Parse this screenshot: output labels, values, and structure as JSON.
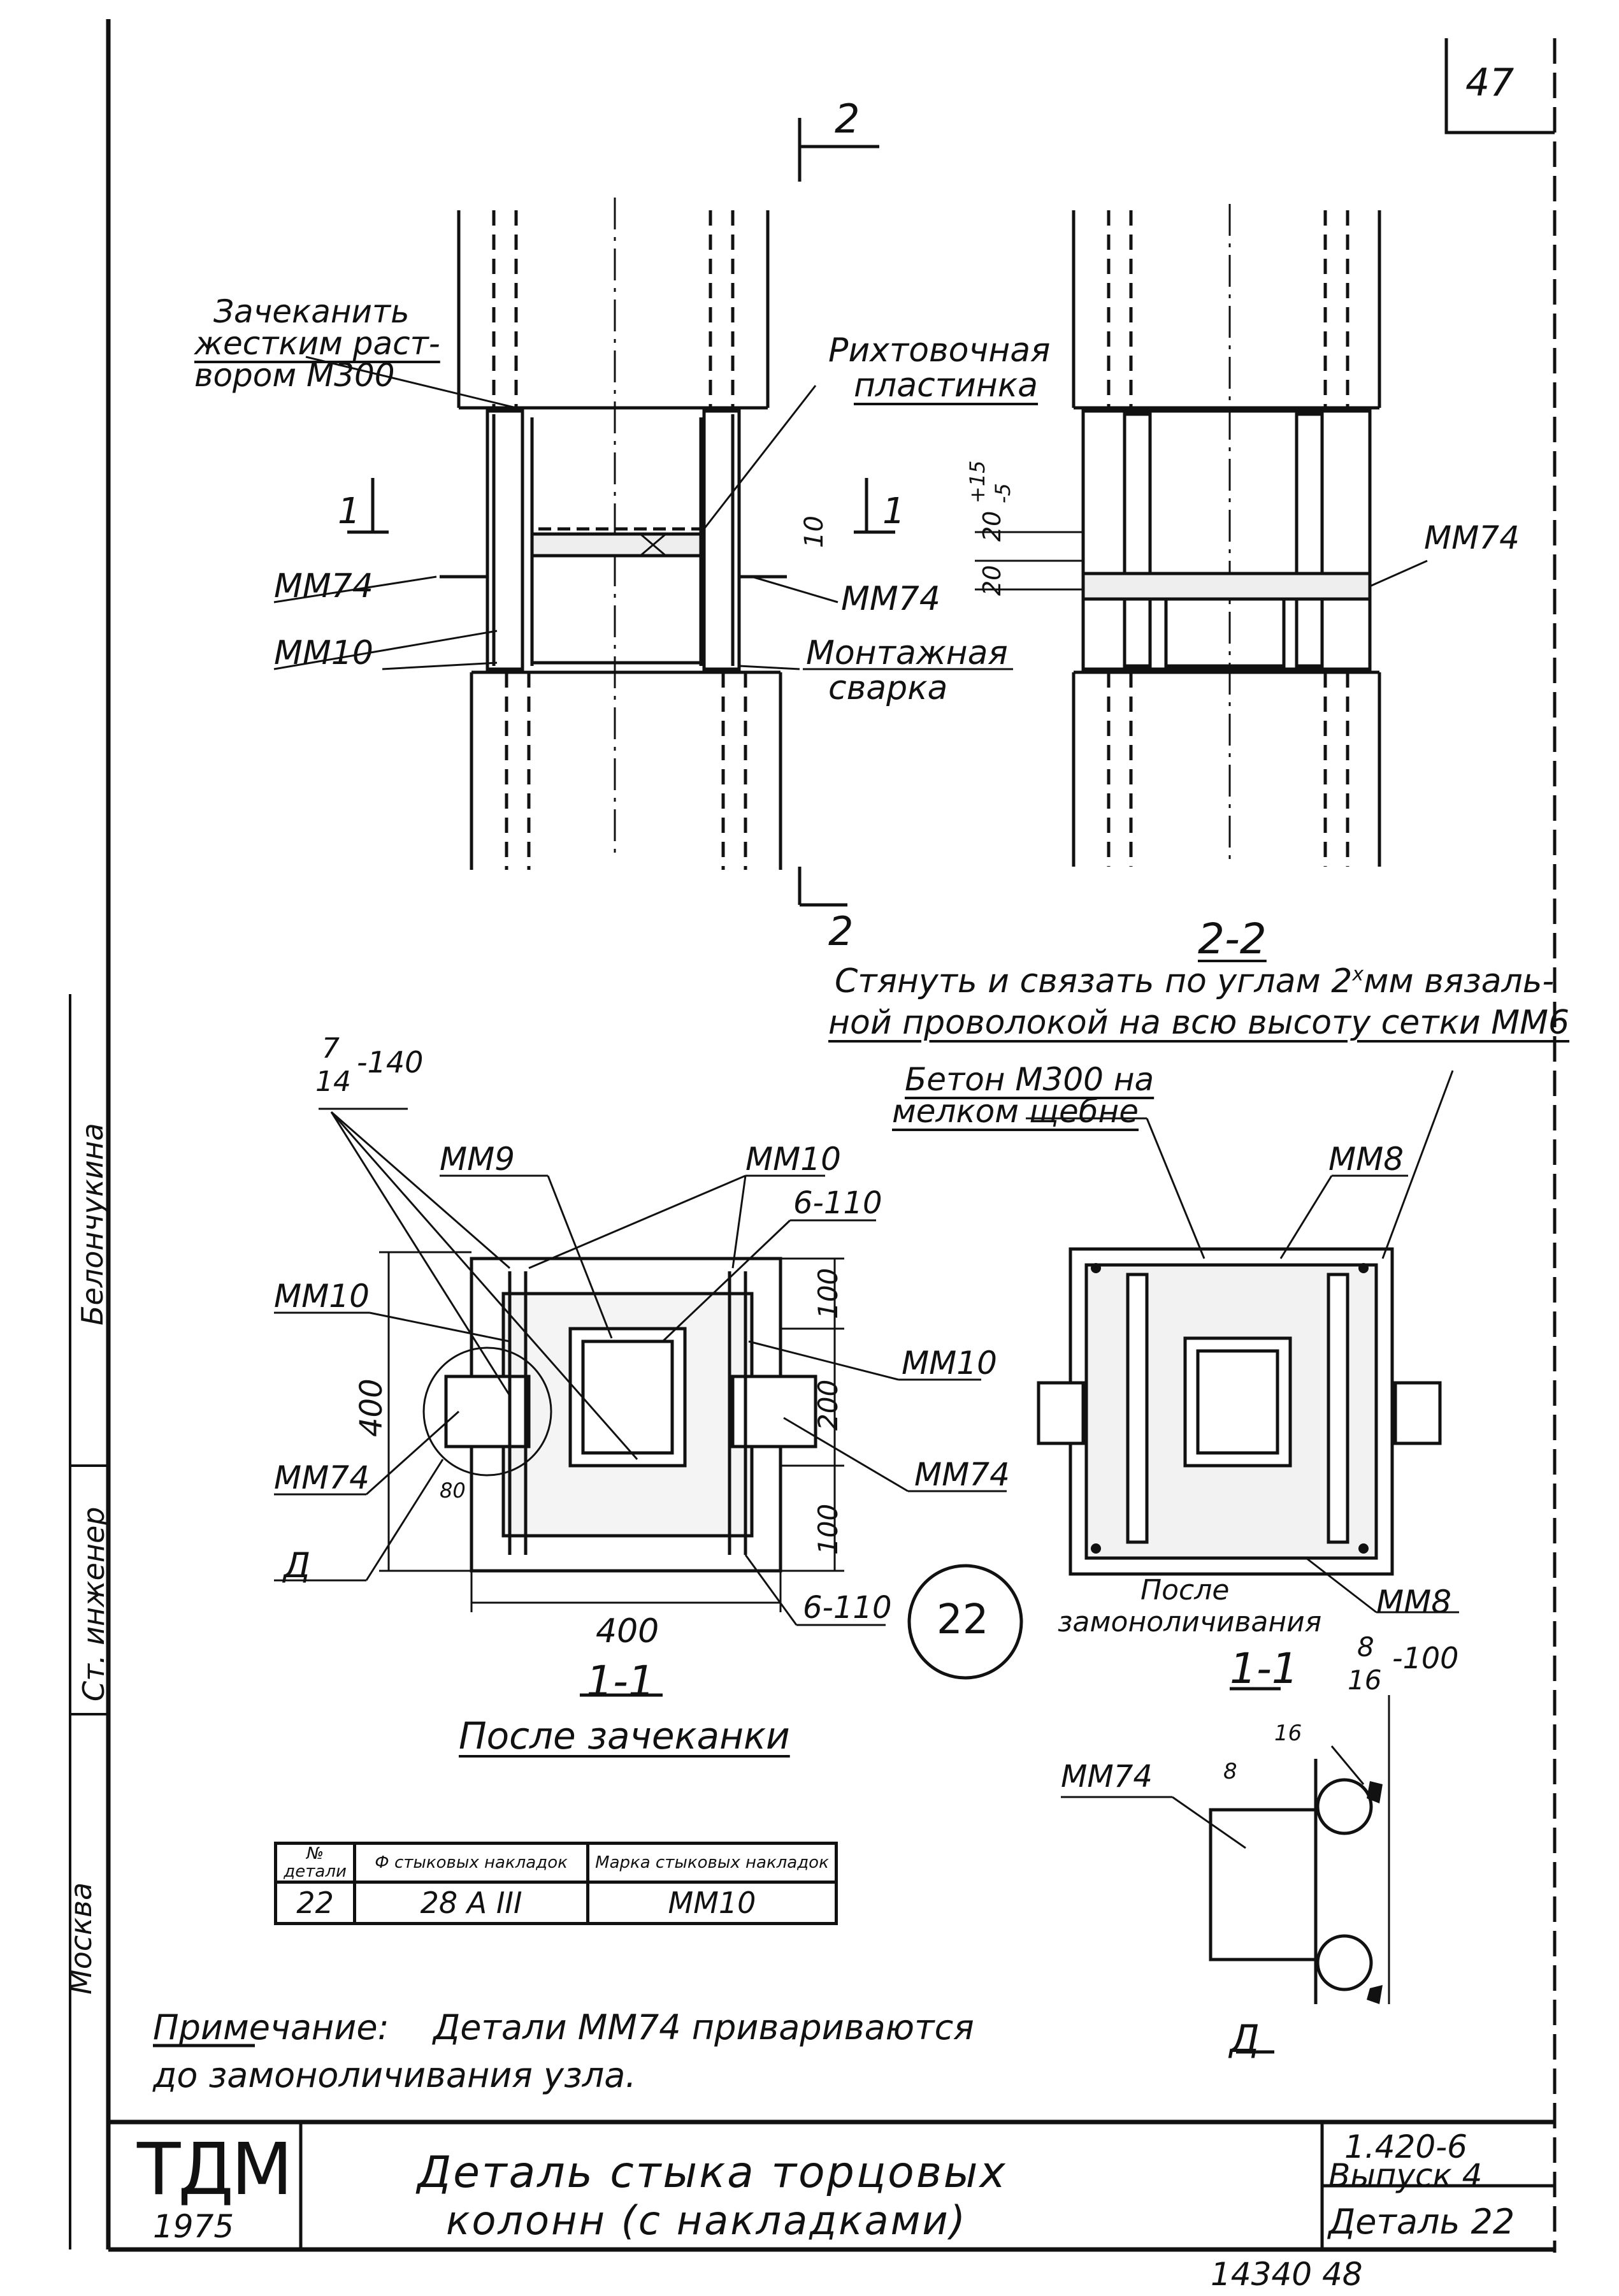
{
  "sheet": {
    "page_number": "47",
    "bottom_stamp": "14340  48"
  },
  "section_2_2": {
    "cut_mark": "2",
    "cut_mark_bottom": "2",
    "title": "2-2",
    "note": "Стянуть и связать по углам 2х мм вязальной проволокой на всю высоту сетки ММ6",
    "note_line1": "Стянуть и связать по углам 2",
    "note_sup": "x",
    "note_line1_rest": "мм вязаль-",
    "note_line2": "ной проволокой на всю высоту сетки ММ6",
    "label_mm74": "ММ74",
    "dim_20": "20",
    "dim_20_tol": "20",
    "dim_tol_upper": "+15",
    "dim_tol_lower": "-5"
  },
  "elevation": {
    "caulk_note_l1": "Зачеканить",
    "caulk_note_l2": "жестким раст-",
    "caulk_note_l3": "вором М300",
    "plate_note_l1": "Рихтовочная",
    "plate_note_l2": "пластинка",
    "cut_1": "1",
    "label_mm74_left": "ММ74",
    "label_mm10": "ММ10",
    "label_mm74_right": "ММ74",
    "dim_10": "10",
    "weld_note_l1": "Монтажная",
    "weld_note_l2": "сварка"
  },
  "section_1_1_left": {
    "weld_spec_num": "7",
    "weld_spec_den": "14",
    "weld_spec_len": "-140",
    "label_mm9": "ММ9",
    "label_mm10_top": "ММ10",
    "weld_6_110_top": "6-110",
    "label_mm10_left": "ММ10",
    "label_mm10_right": "ММ10",
    "label_mm74_left": "ММ74",
    "label_mm74_right": "ММ74",
    "dim_400_v": "400",
    "dim_100_top": "100",
    "dim_200": "200",
    "dim_100_bottom": "100",
    "dim_80": "80",
    "label_d": "Д",
    "dim_400_h": "400",
    "weld_6_110_bottom": "6-110",
    "title": "1-1",
    "subtitle": "После зачеканки"
  },
  "detail_number": "22",
  "section_1_1_right": {
    "concrete_note_l1": "Бетон М300 на",
    "concrete_note_l2": "мелком щебне",
    "label_mm8_top": "ММ8",
    "label_mm8_bottom": "ММ8",
    "after_note_l1": "После",
    "after_note_l2": "замоноличивания",
    "title": "1-1"
  },
  "detail_d": {
    "weld_spec_num": "8",
    "weld_spec_den": "16",
    "weld_spec_len": "-100",
    "dim_16": "16",
    "dim_8": "8",
    "label_mm74": "ММ74",
    "title": "Д"
  },
  "spec_table": {
    "headers": [
      "№ детали",
      "Ф стыковых накладок",
      "Марка стыковых накладок"
    ],
    "rows": [
      [
        "22",
        "28 А III",
        "ММ10"
      ]
    ]
  },
  "note": {
    "label": "Примечание:",
    "text_l1": "Детали ММ74 привариваются",
    "text_l2": "до замоноличивания узла."
  },
  "title_block": {
    "org": "ТДМ",
    "year": "1975",
    "title_l1": "Деталь стыка торцовых",
    "title_l2": "колонн (с накладками)",
    "series": "1.420-6",
    "issue": "Выпуск 4",
    "detail": "Деталь 22"
  },
  "side_stamp": {
    "role": "Ст. инженер",
    "name": "Белончукина",
    "city": "Москва"
  }
}
